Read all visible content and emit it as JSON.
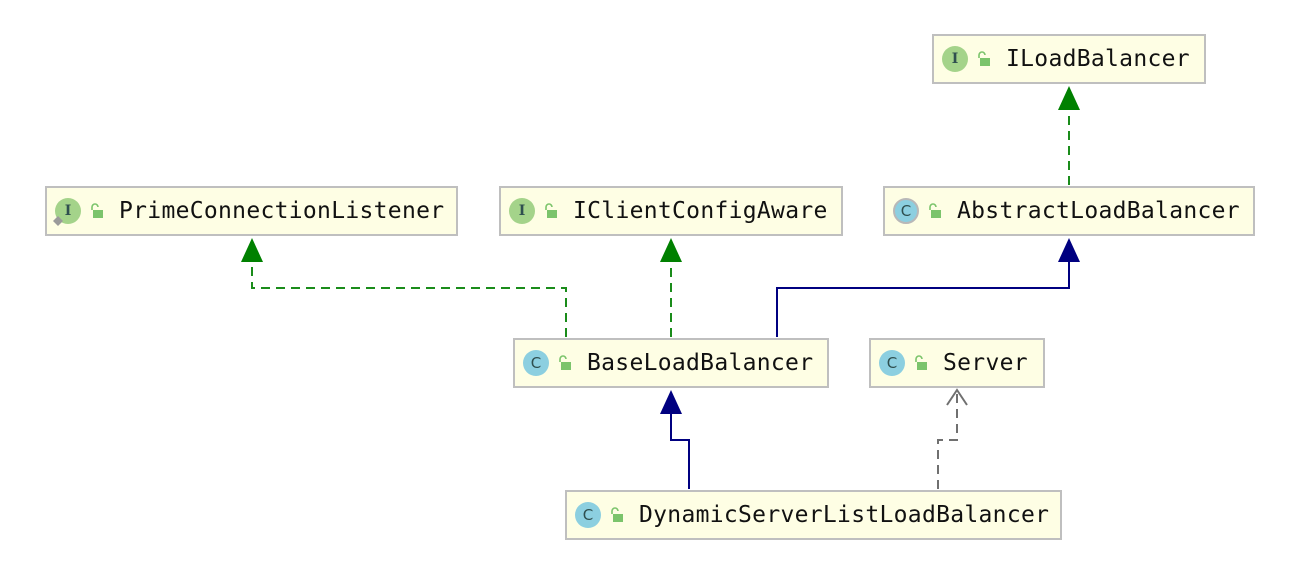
{
  "colors": {
    "node_fill": "#fefee4",
    "node_border": "#bfbfbf",
    "implements_arrow": "#1a8c1a",
    "extends_arrow": "#000080",
    "dependency_arrow": "#707070",
    "interface_badge": "#a4d38a",
    "class_badge": "#8ccfe0",
    "lock_icon": "#7bc46b"
  },
  "nodes": {
    "iloadbalancer": {
      "kind": "interface",
      "badge": "I",
      "icon": "unlocked-icon",
      "label": "ILoadBalancer"
    },
    "primeconnectionlistener": {
      "kind": "interface",
      "badge": "I",
      "icon": "unlocked-icon",
      "label": "PrimeConnectionListener"
    },
    "iclientconfigaware": {
      "kind": "interface",
      "badge": "I",
      "icon": "unlocked-icon",
      "label": "IClientConfigAware"
    },
    "abstractloadbalancer": {
      "kind": "abstract",
      "badge": "C",
      "icon": "unlocked-icon",
      "label": "AbstractLoadBalancer"
    },
    "baseloadbalancer": {
      "kind": "class",
      "badge": "C",
      "icon": "unlocked-icon",
      "label": "BaseLoadBalancer"
    },
    "server": {
      "kind": "class",
      "badge": "C",
      "icon": "unlocked-icon",
      "label": "Server"
    },
    "dynamicserverlistloadbalancer": {
      "kind": "class",
      "badge": "C",
      "icon": "unlocked-icon",
      "label": "DynamicServerListLoadBalancer"
    }
  },
  "edges": [
    {
      "from": "abstractloadbalancer",
      "to": "iloadbalancer",
      "type": "implements"
    },
    {
      "from": "baseloadbalancer",
      "to": "primeconnectionlistener",
      "type": "implements"
    },
    {
      "from": "baseloadbalancer",
      "to": "iclientconfigaware",
      "type": "implements"
    },
    {
      "from": "baseloadbalancer",
      "to": "abstractloadbalancer",
      "type": "extends"
    },
    {
      "from": "dynamicserverlistloadbalancer",
      "to": "baseloadbalancer",
      "type": "extends"
    },
    {
      "from": "dynamicserverlistloadbalancer",
      "to": "server",
      "type": "dependency"
    }
  ]
}
